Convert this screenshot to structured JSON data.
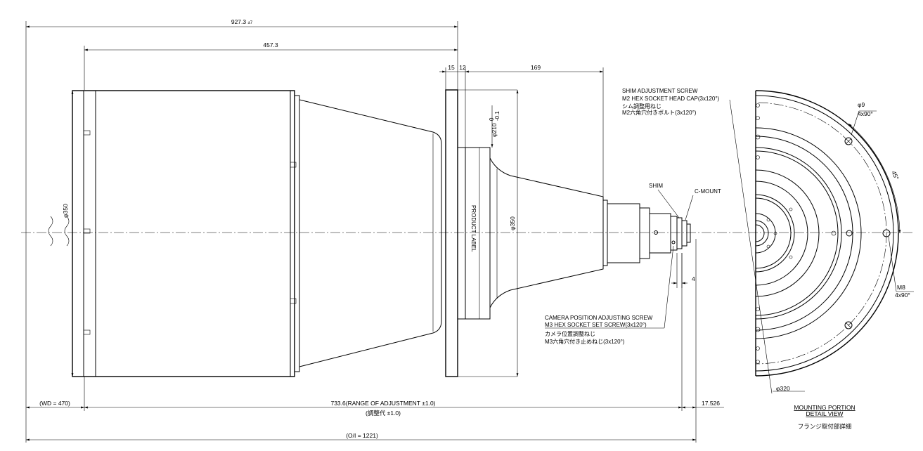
{
  "dimensions": {
    "overall_length": "927.3",
    "overall_tol": "±7",
    "body_length": "457.3",
    "flange_thickness": "15",
    "flange_gap": "12",
    "rear_length": "169",
    "front_diameter": "350",
    "flange_diameter": "350",
    "mount_diameter": "210",
    "mount_tol_upper": "0",
    "mount_tol_lower": "-0.1",
    "c_mount_offset": "4",
    "wd": "(WD = 470)",
    "adjust_range": "733.6(RANGE OF ADJUSTMENT  ±1.0)",
    "adjust_range_jp": "(調整代  ±1.0)",
    "back_focus": "17.526",
    "oi": "(O/I = 1221)",
    "diameter_symbol": "φ"
  },
  "labels": {
    "product_label": "PRODUCT LABEL",
    "shim": "SHIM",
    "c_mount": "C-MOUNT"
  },
  "notes": {
    "shim_screw": [
      "SHIM ADJUSTMENT SCREW",
      "M2 HEX SOCKET HEAD CAP(3x120°)",
      "シム調整用ねじ",
      "M2六角穴付きボルト(3x120°)"
    ],
    "camera_screw": [
      "CAMERA POSITION ADJUSTING SCREW",
      "M3 HEX SOCKET SET SCREW(3x120°)",
      "カメラ位置調整ねじ",
      "M3六角穴付き止めねじ(3x120°)"
    ]
  },
  "detail": {
    "hole_dia": "9",
    "hole_pattern": "4x90°",
    "angle": "45°",
    "tap_size": "M8",
    "tap_pattern": "4x90°",
    "pcd": "320",
    "title_1": "MOUNTING PORTION",
    "title_2": "DETAIL VIEW",
    "title_jp": "フランジ取付部詳細"
  }
}
